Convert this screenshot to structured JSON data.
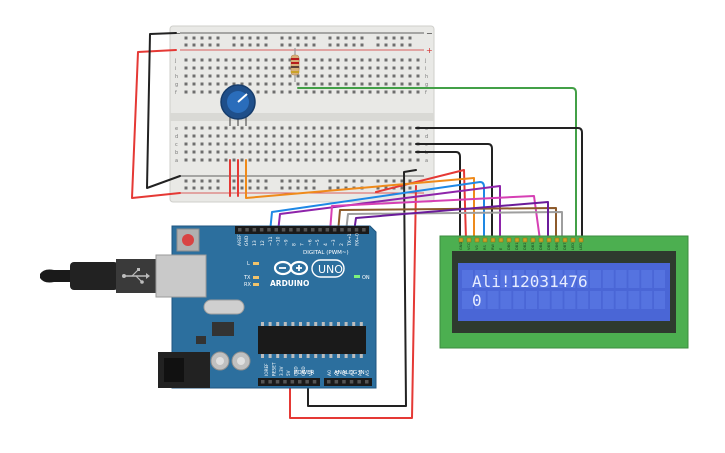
{
  "arduino": {
    "brand_label": "ARDUINO",
    "model_label": "UNO",
    "digital_header_label": "DIGITAL (PWM~)",
    "power_label": "POWER",
    "analog_label": "ANALOG IN",
    "on_label": "ON",
    "tx_label": "TX",
    "rx_label": "RX",
    "l_label": "L",
    "aref_label": "AREF",
    "gnd_label": "GND",
    "digital_pins": [
      "13",
      "12",
      "~11",
      "~10",
      "~9",
      "8",
      "7",
      "~6",
      "~5",
      "4",
      "~3",
      "2",
      "TX→1",
      "RX←0"
    ],
    "power_pins": [
      "IOREF",
      "RESET",
      "3.3V",
      "5V",
      "GND",
      "GND",
      "Vin"
    ],
    "analog_pins": [
      "A0",
      "A1",
      "A2",
      "A3",
      "A4",
      "A5"
    ]
  },
  "lcd": {
    "line1": "Ali!12031476",
    "line2": "0",
    "pin_labels": [
      "GND",
      "VCC",
      "V0",
      "RS",
      "RW",
      "E",
      "DB0",
      "DB1",
      "DB2",
      "DB3",
      "DB4",
      "DB5",
      "DB6",
      "DB7",
      "LED",
      "LED"
    ]
  },
  "breadboard": {
    "row_letters_top": [
      "j",
      "i",
      "h",
      "g",
      "f"
    ],
    "row_letters_bottom": [
      "e",
      "d",
      "c",
      "b",
      "a"
    ]
  },
  "colors": {
    "arduino_board": "#2c6f9e",
    "lcd_board": "#4caf50",
    "lcd_screen": "#4a66d6",
    "lcd_text": "#e6ecff",
    "breadboard": "#e9e9e6",
    "wire_red": "#e53935",
    "wire_black": "#222222",
    "wire_green": "#43a047",
    "wire_orange": "#ef8a1a",
    "wire_blue": "#1e88e5",
    "wire_purple": "#8e24aa",
    "wire_pink": "#d63fb4",
    "wire_brown": "#8d5a2b",
    "wire_gray": "#9e9e9e"
  }
}
